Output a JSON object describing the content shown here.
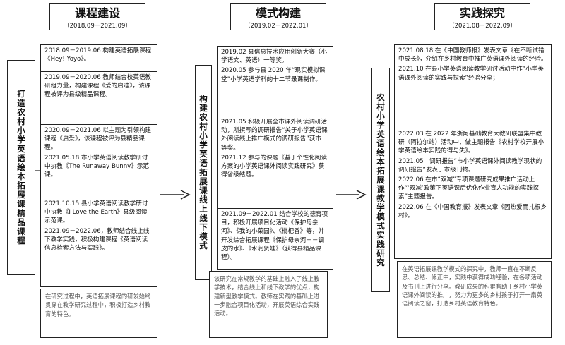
{
  "stages": [
    {
      "title": "课程建设",
      "period": "（2018.09－2021.09）",
      "vertical_label": "打造农村小学英语绘本拓展课精品课程",
      "items": [
        {
          "paragraphs": [
            "2018.09－2019.06 构建英语拓展课程《Hey! Yoyo》。"
          ]
        },
        {
          "paragraphs": [
            "2019.09－2020.06 教师结合校英语教研组力量，构建课程《爱的启迪》，该课程被评为县级精品课程。"
          ]
        },
        {
          "paragraphs": [
            "2020.09－2021.06 以主题为引领构建课程《启爱》，该课程被评为县精品课程。",
            "2021.05.18 市小学英语阅读教学研讨中执教《The Runaway Bunny》示范课。"
          ]
        },
        {
          "paragraphs": [
            "2021.10.15 县小学英语阅读教学研讨中执教《I Love the Earth》县级阅读示范课。",
            "2021.09－2022.06，教师结合线上线下教学实践，积极构建课程《英语阅读信息检索方法与实践》。"
          ]
        }
      ],
      "summary": "在研究过程中，英语拓展课程的研发始终贯穿在教学研究过程中，积极打造乡村教育的特色。"
    },
    {
      "title": "模式构建",
      "period": "（2019.02－2022.01）",
      "vertical_label": "构建农村小学英语拓展课线上线下模式",
      "items": [
        {
          "paragraphs": [
            "2019.02 县信息技术应用创新大赛（小学语文、英语）一等奖。",
            "2020.05 参与县 2020 年“现实模拟课堂”小学英语学科的十二节录课制作。"
          ]
        },
        {
          "paragraphs": [
            "2021.05 积极开展全市课外阅读调研活动，所撰写的调研报告“关于小学英语课外阅读线上推广模式的调研报告”获市一等奖。",
            "2021.12 参与的课题《基于个性化阅读方案的小学英语课外阅读实践研究》获得省级结题。"
          ]
        },
        {
          "paragraphs": [
            "2021.09－2022.01 结合学校的德育项目，积极开展项目化活动《保护母亲河》、《我的小菜园》、《枇杷香》等，并开发综合拓展课程《保护母亲河－－调皮的水》、《水润贤娃》（获得县精品课程）。"
          ]
        }
      ],
      "summary": "该研究在常规教学的基础上融入了线上教学技术，结合线上和线下教学的优点，构建新型教学模式。教师在实践的基础上进一步融合项目化活动，开展英语综合实践活动。"
    },
    {
      "title": "实践探究",
      "period": "（2021.08－2022.09）",
      "vertical_label": "农村小学英语绘本拓展课教学模式实践研究",
      "items": [
        {
          "paragraphs": [
            "2021.08.18 在《中国教师报》发表文章《在不断试错中成长》，介绍在乡村教育中推广英语课外阅读的经验。",
            "2021.10 在县小学英语阅读教学研讨活动中作“小学英语课外阅读的实践与探索”经验分享；"
          ]
        },
        {
          "paragraphs": [
            "2022.03 在 2022 年浙阿基础教育大教研联盟集中教研（阿拉尔站）活动中，做主题报告《农村学校开展小学英语绘本实践的得与失》。",
            "2021.05　调研报告“市小学英语课外阅读教学现状的调研报告”发表于市级刊物。",
            "2022.06 在市“双减”专项课题研究成果推广活动上作“‘双减’政策下英语课后优化作业育人功能的实践探索”主题报告。",
            "2022.06 在《中国教育报》发表文章《因热爱而扎根乡村》。"
          ]
        }
      ],
      "summary": "在英语拓展课教学模式的探究中，教师一直在不断反思、总结、修正中，实践中获得成功经验，在各项活动及书刊上进行分享。教研成果的积累有助于乡村小学英语课外阅读的推广，努力为更多的乡村孩子打开一扇英语阅读之窗，打造乡村英语教育特色。"
    }
  ],
  "colors": {
    "border": "#222222",
    "text": "#111111",
    "summary_text": "#555555",
    "highlight_underline": "#d00000"
  }
}
